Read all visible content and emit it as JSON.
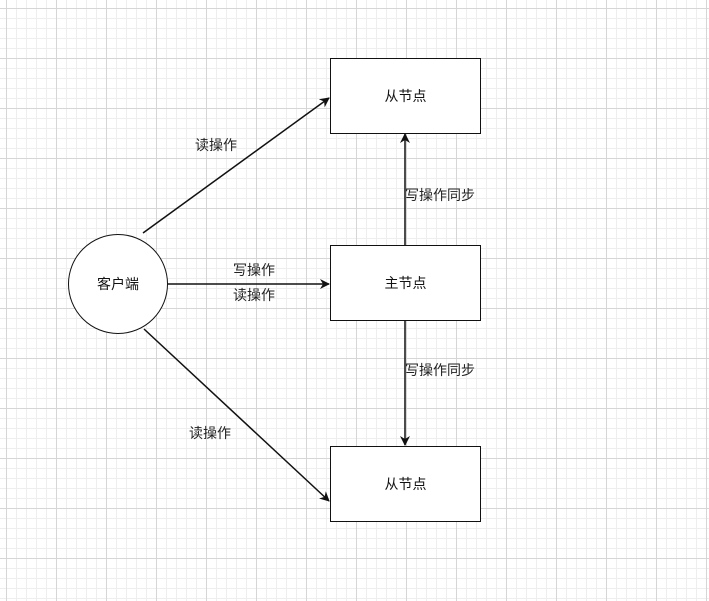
{
  "nodes": {
    "client": "客户端",
    "master": "主节点",
    "slave_top": "从节点",
    "slave_bottom": "从节点"
  },
  "edges": {
    "client_to_slave_top": "读操作",
    "client_to_master_write": "写操作",
    "client_to_master_read": "读操作",
    "client_to_slave_bottom": "读操作",
    "master_to_slave_top": "写操作同步",
    "master_to_slave_bottom": "写操作同步"
  },
  "colors": {
    "stroke": "#111111",
    "grid": "#d6d6d6"
  }
}
